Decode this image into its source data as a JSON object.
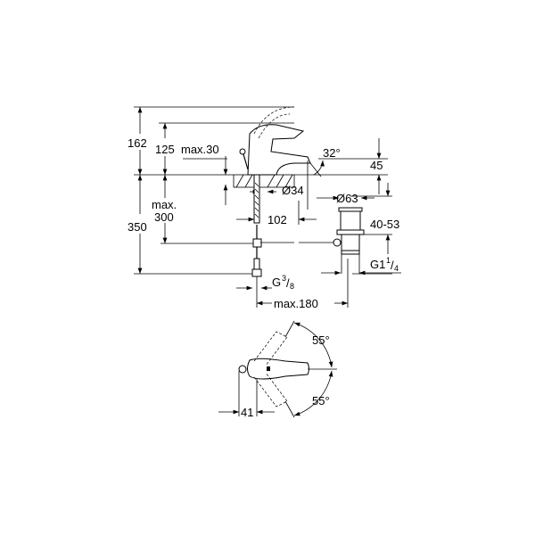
{
  "drawing": {
    "dimensions": {
      "height_total": "162",
      "height_spout": "125",
      "deck_thickness": "max.30",
      "spout_angle": "32°",
      "spout_height": "45",
      "hole_diameter": "Ø34",
      "below_deck_max_label": "max.",
      "below_deck_max_value": "300",
      "overall_below": "350",
      "spout_reach": "102",
      "drain_diameter": "Ø63",
      "drain_range": "40-53",
      "drain_thread_prefix": "G1",
      "drain_thread_num": "1",
      "drain_thread_den": "4",
      "supply_thread_prefix": "G",
      "supply_thread_num": "3",
      "supply_thread_den": "8",
      "rod_reach": "max.180",
      "lever_angle_upper": "55°",
      "lever_angle_lower": "55°",
      "lever_offset": "41"
    }
  }
}
